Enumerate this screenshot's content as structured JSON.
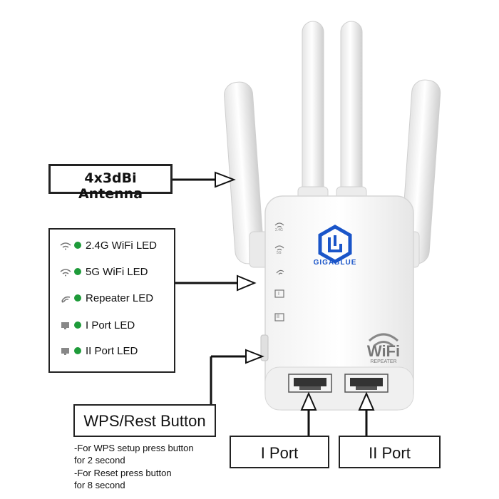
{
  "antenna_label": "4x3dBi Antenna",
  "leds": [
    {
      "label": "2.4G WiFi LED",
      "icon": "wifi-icon"
    },
    {
      "label": "5G WiFi LED",
      "icon": "wifi-icon"
    },
    {
      "label": "Repeater LED",
      "icon": "repeater-icon"
    },
    {
      "label": "I Port LED",
      "icon": "monitor-icon"
    },
    {
      "label": "II Port LED",
      "icon": "monitor-icon"
    }
  ],
  "wps_label": "WPS/Rest Button",
  "wps_notes": [
    "-For WPS setup press button",
    "for 2 second",
    "-For Reset press button",
    "for 8 second"
  ],
  "port1_label": "I Port",
  "port2_label": "II Port",
  "device": {
    "brand": "GIGABLUE",
    "wifi_text": "WiFi",
    "repeater_text": "REPEATER",
    "led_marks": [
      "2.4G",
      "5G",
      "",
      "I",
      "II"
    ]
  },
  "colors": {
    "brand_blue": "#1a55c9",
    "led_green": "#1e9b3a"
  }
}
